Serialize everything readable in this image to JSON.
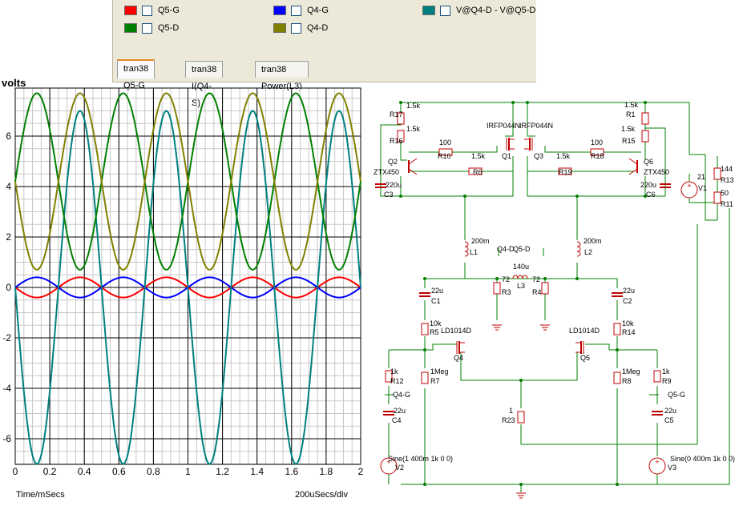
{
  "legend": {
    "items": [
      {
        "color": "#ff0000",
        "label": "Q5-G"
      },
      {
        "color": "#0000ff",
        "label": "Q4-G"
      },
      {
        "color": "#008080",
        "label": "V@Q4-D - V@Q5-D"
      },
      {
        "color": "#008000",
        "label": "Q5-D"
      },
      {
        "color": "#808000",
        "label": "Q4-D"
      }
    ]
  },
  "tabs": [
    {
      "label": "tran38 Q5-G"
    },
    {
      "label": "tran38 I(Q4-S)"
    },
    {
      "label": "tran38 Power(L3)"
    }
  ],
  "plot": {
    "y_units": "volts",
    "x_footer_left": "Time/mSecs",
    "x_footer_right": "200uSecs/div"
  },
  "chart_data": {
    "type": "line",
    "xlim": [
      0,
      2
    ],
    "ylim": [
      -7,
      7.6
    ],
    "x_ticks": [
      "0",
      "0.2",
      "0.4",
      "0.6",
      "0.8",
      "1",
      "1.2",
      "1.4",
      "1.6",
      "1.8",
      "2"
    ],
    "y_ticks": [
      "6",
      "4",
      "2",
      "0",
      "-2",
      "-4",
      "-6"
    ],
    "grid": true,
    "series": [
      {
        "name": "Q5-G",
        "color": "#ff0000",
        "function": "sin",
        "offset": 0,
        "amplitude": 0.4,
        "freq_khz": 2,
        "phase": "negative"
      },
      {
        "name": "Q4-G",
        "color": "#0000ff",
        "function": "sin",
        "offset": 0,
        "amplitude": 0.4,
        "freq_khz": 2,
        "phase": "positive"
      },
      {
        "name": "V@Q4-D - V@Q5-D",
        "color": "#008080",
        "function": "sin",
        "offset": 0,
        "amplitude": 7.0,
        "freq_khz": 2,
        "phase": "negative"
      },
      {
        "name": "Q5-D",
        "color": "#008000",
        "function": "sin",
        "offset": 4.2,
        "amplitude": 3.5,
        "freq_khz": 2,
        "phase": "positive"
      },
      {
        "name": "Q4-D",
        "color": "#808000",
        "function": "sin",
        "offset": 4.2,
        "amplitude": 3.5,
        "freq_khz": 2,
        "phase": "negative"
      }
    ]
  },
  "schematic": {
    "labels": {
      "r17": "R17",
      "r17v": "1.5k",
      "r16": "R16",
      "r16v": "1.5k",
      "r10": "R10",
      "r10v": "100",
      "r6": "R6",
      "r6v": "1.5k",
      "r1": "R1",
      "r1v": "1.5k",
      "r15": "R15",
      "r15v": "1.5k",
      "r18": "R18",
      "r18v": "100",
      "r19": "R19",
      "r19v": "1.5k",
      "q2": "Q2",
      "q2t": "ZTX450",
      "c3": "C3",
      "c3v": "220u",
      "q1": "Q1",
      "q1t": "IRFP044N",
      "q3": "Q3",
      "q3t": "IRFP044N",
      "q6": "Q6",
      "q6t": "ZTX450",
      "c6": "C6",
      "c6v": "220u",
      "l1": "L1",
      "l1v": "200m",
      "l2": "L2",
      "l2v": "200m",
      "q4d": "Q4-D",
      "q5d": "Q5-D",
      "l3": "L3",
      "l3v": "140u",
      "r3": "R3",
      "r3v": "72",
      "r4": "R4",
      "r4v": "72",
      "c1": "C1",
      "c1v": "22u",
      "c2": "C2",
      "c2v": "22u",
      "r5": "R5",
      "r5v": "10k",
      "r14": "R14",
      "r14v": "10k",
      "q4": "Q4",
      "q4t": "LD1014D",
      "q5": "Q5",
      "q5t": "LD1014D",
      "r12": "R12",
      "r12v": "1k",
      "r9": "R9",
      "r9v": "1k",
      "r7": "R7",
      "r7v": "1Meg",
      "r8": "R8",
      "r8v": "1Meg",
      "q4g": "Q4-G",
      "q5g": "Q5-G",
      "c4": "C4",
      "c4v": "22u",
      "c5": "C5",
      "c5v": "22u",
      "r23": "R23",
      "r23v": "1",
      "v2": "V2",
      "v2s": "Sine(1 400m 1k 0 0)",
      "v3": "V3",
      "v3s": "Sine(0 400m 1k 0 0)",
      "v1": "V1",
      "v1v": "21",
      "r13": "R13",
      "r13v": "144",
      "r11": "R11",
      "r11v": "50"
    }
  }
}
